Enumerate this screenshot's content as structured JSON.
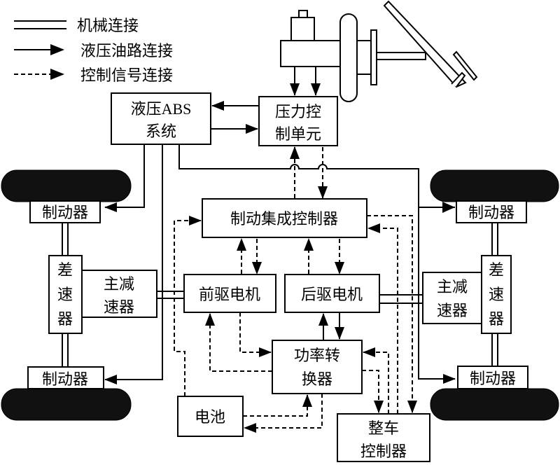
{
  "legend": {
    "mechanical": "机械连接",
    "hydraulic": "液压油路连接",
    "control": "控制信号连接"
  },
  "blocks": {
    "abs": [
      "液压ABS",
      "系统"
    ],
    "pressure_unit": [
      "压力控",
      "制单元"
    ],
    "brake_controller": "制动集成控制器",
    "front_motor": "前驱电机",
    "rear_motor": "后驱电机",
    "power_converter": [
      "功率转",
      "换器"
    ],
    "battery": "电池",
    "vcu": [
      "整车",
      "控制器"
    ],
    "brake_fl": "制动器",
    "brake_rl": "制动器",
    "brake_fr": "制动器",
    "brake_rr": "制动器",
    "diff_left": [
      "差",
      "速",
      "器"
    ],
    "diff_right": [
      "差",
      "速",
      "器"
    ],
    "final_drive_left": [
      "主减",
      "速器"
    ],
    "final_drive_right": [
      "主减",
      "速器"
    ]
  },
  "colors": {
    "line": "#000000",
    "tire": "#111111",
    "background": "#ffffff"
  }
}
